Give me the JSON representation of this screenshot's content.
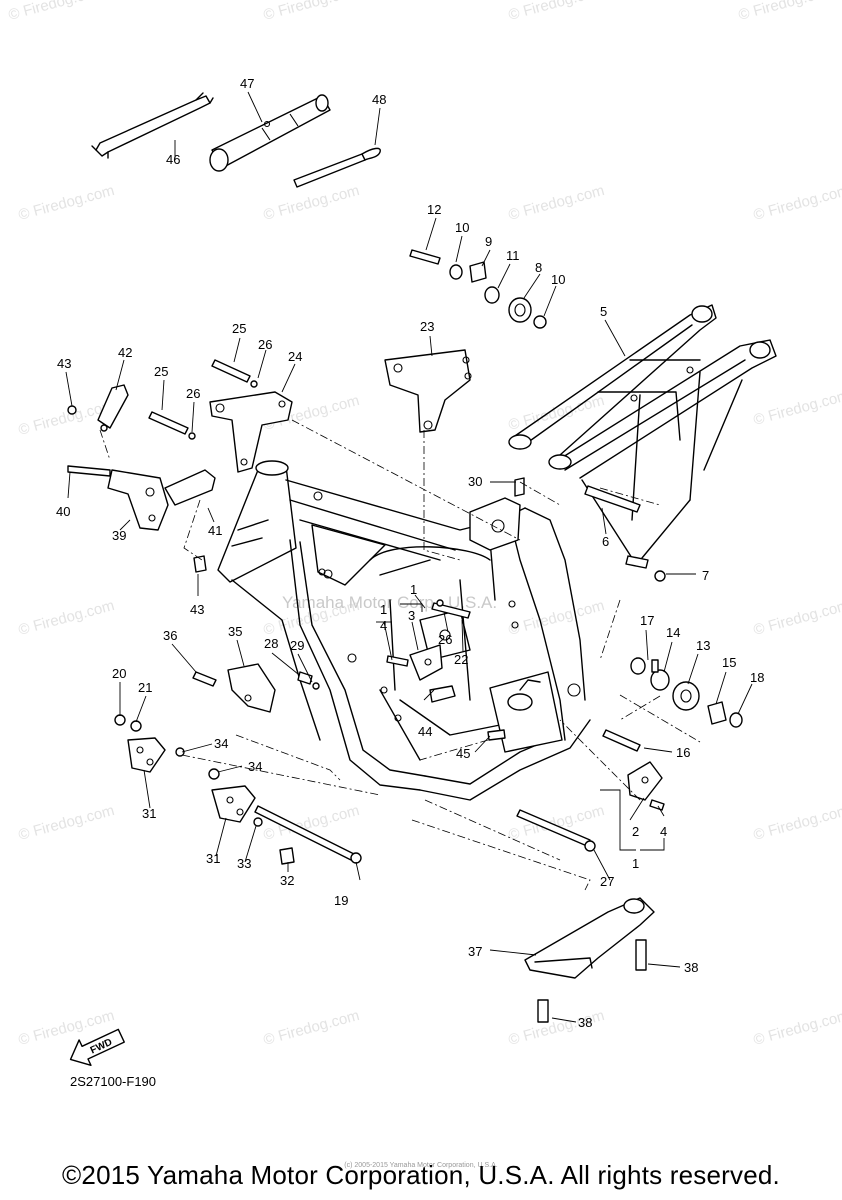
{
  "diagram": {
    "part_code": "2S27100-F190",
    "fwd_label": "FWD",
    "watermark_text": "© Firedog.com",
    "center_watermark": "Yamaha Motor Corp., U.S.A.",
    "callouts": [
      "1",
      "1",
      "1",
      "2",
      "3",
      "4",
      "4",
      "5",
      "6",
      "7",
      "8",
      "9",
      "10",
      "10",
      "11",
      "12",
      "13",
      "14",
      "15",
      "16",
      "17",
      "18",
      "19",
      "20",
      "21",
      "22",
      "23",
      "24",
      "25",
      "25",
      "26",
      "26",
      "26",
      "27",
      "28",
      "29",
      "30",
      "31",
      "31",
      "32",
      "33",
      "34",
      "34",
      "35",
      "36",
      "37",
      "38",
      "38",
      "39",
      "40",
      "41",
      "42",
      "43",
      "43",
      "44",
      "45",
      "46",
      "47",
      "48"
    ]
  },
  "footer": {
    "copyright": "©2015 Yamaha Motor Corporation, U.S.A. All rights reserved.",
    "tiny_note": "(c) 2005-2015 Yamaha Motor Corporation, U.S.A."
  }
}
